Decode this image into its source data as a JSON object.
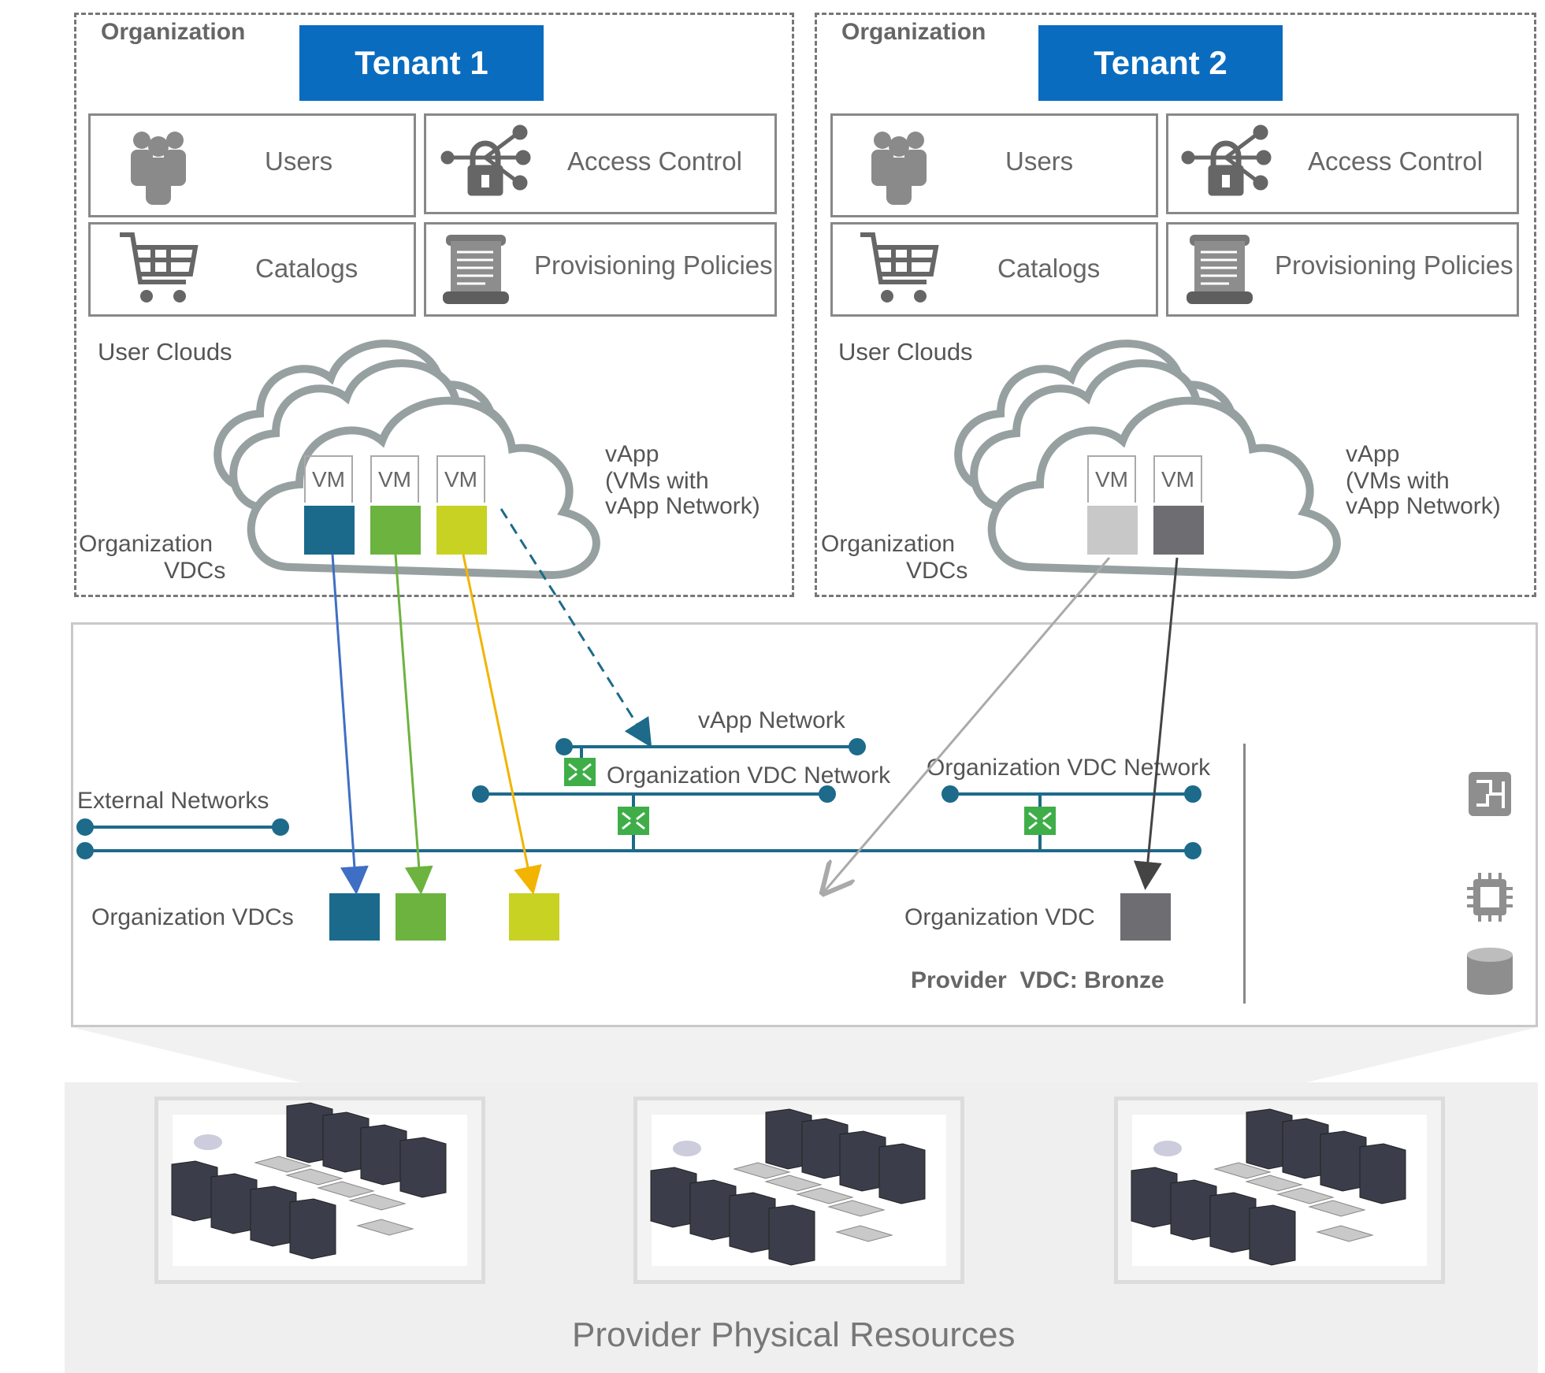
{
  "tenants": [
    {
      "org_label": "Organization",
      "name": "Tenant 1",
      "users_label": "Users",
      "access_label": "Access Control",
      "catalogs_label": "Catalogs",
      "policies_label": "Provisioning Policies",
      "clouds_label": "User Clouds",
      "vapp_line1": "vApp",
      "vapp_line2": "(VMs with",
      "vapp_line3": "vApp Network)",
      "orgvdc_line1": "Organization",
      "orgvdc_line2": "VDCs",
      "vms": [
        "VM",
        "VM",
        "VM"
      ]
    },
    {
      "org_label": "Organization",
      "name": "Tenant 2",
      "users_label": "Users",
      "access_label": "Access Control",
      "catalogs_label": "Catalogs",
      "policies_label": "Provisioning Policies",
      "clouds_label": "User Clouds",
      "vapp_line1": "vApp",
      "vapp_line2": "(VMs with",
      "vapp_line3": "vApp Network)",
      "orgvdc_line1": "Organization",
      "orgvdc_line2": "VDCs",
      "vms": [
        "VM",
        "VM"
      ]
    }
  ],
  "provider": {
    "vapp_network": "vApp Network",
    "org_vdc_network_1": "Organization VDC Network",
    "org_vdc_network_2": "Organization VDC Network",
    "external_networks": "External Networks",
    "org_vdcs": "Organization VDCs",
    "org_vdc": "Organization VDC",
    "provider_vdc": "Provider  VDC: Bronze"
  },
  "physical": {
    "title": "Provider Physical Resources"
  },
  "colors": {
    "tenant_blue": "#0a6cbf",
    "vdc_blue": "#1b6a8c",
    "vdc_green": "#6db33f",
    "vdc_yellow": "#c8d223",
    "vdc_lightgray": "#c8c8c8",
    "vdc_darkgray": "#6d6d72",
    "network_line": "#1d6a8a",
    "arrow_blue": "#3f6fc4",
    "arrow_green": "#6db33f",
    "arrow_yellow": "#f2b400",
    "arrow_gray": "#aaaaaa",
    "arrow_dark": "#444444",
    "switch_green": "#3fae49"
  }
}
